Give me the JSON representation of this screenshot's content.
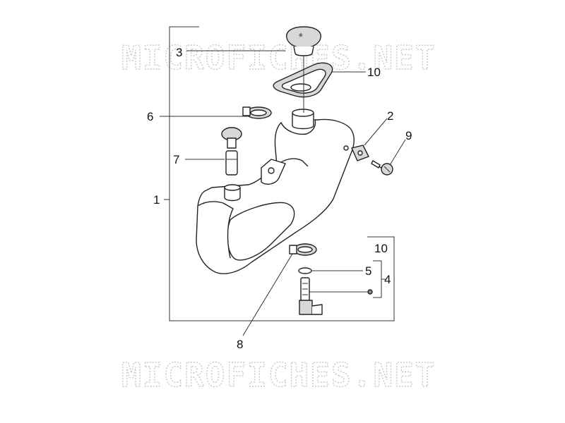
{
  "watermark": {
    "top_text": "MICROFICHES.NET",
    "bottom_text": "MICROFICHES.NET"
  },
  "callouts": {
    "c1": "1",
    "c2": "2",
    "c3": "3",
    "c4": "4",
    "c5": "5",
    "c6": "6",
    "c7": "7",
    "c8": "8",
    "c9": "9",
    "c10_top": "10",
    "c10_box": "10"
  }
}
